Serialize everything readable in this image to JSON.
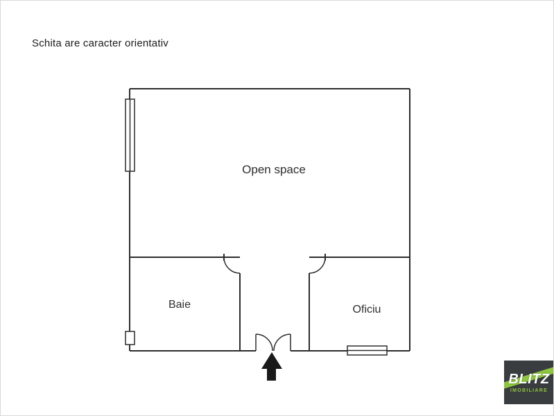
{
  "page": {
    "background": "#ffffff",
    "disclaimer": "Schita are caracter orientativ"
  },
  "floorplan": {
    "rooms": [
      {
        "id": "open-space",
        "label": "Open space"
      },
      {
        "id": "baie",
        "label": "Baie"
      },
      {
        "id": "oficiu",
        "label": "Oficiu"
      }
    ],
    "symbols": [
      "window",
      "door-swing",
      "double-entrance-door",
      "entrance-arrow"
    ]
  },
  "logo": {
    "line1": "BLITZ",
    "line2": "IMOBILIARE",
    "background": "#3a3d3f",
    "accent": "#8dc63f"
  },
  "colors": {
    "wall": "#2b2b2b",
    "text": "#1a1a1a",
    "background": "#ffffff"
  }
}
